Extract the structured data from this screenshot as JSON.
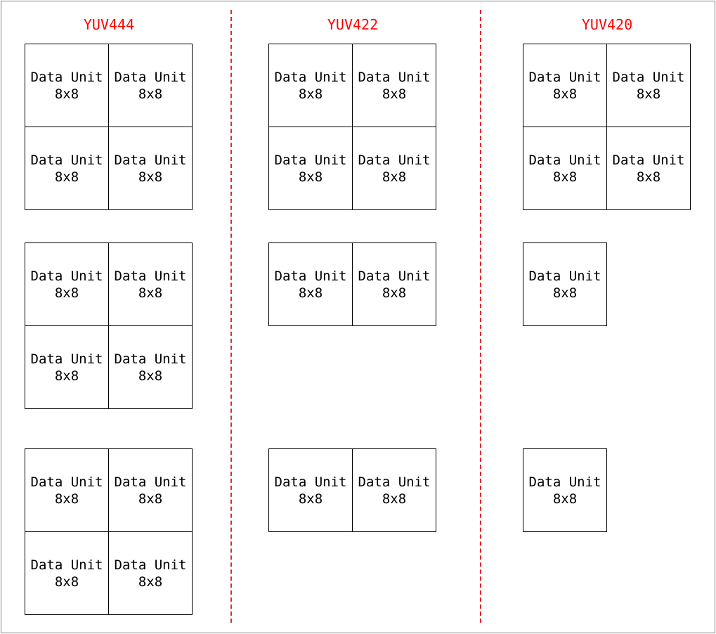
{
  "columns": [
    {
      "title": "YUV444",
      "groups": [
        {
          "cols": 2,
          "units": 4
        },
        {
          "cols": 2,
          "units": 4
        },
        {
          "cols": 2,
          "units": 4
        }
      ]
    },
    {
      "title": "YUV422",
      "groups": [
        {
          "cols": 2,
          "units": 4
        },
        {
          "cols": 2,
          "units": 2
        },
        {
          "cols": 2,
          "units": 2
        }
      ]
    },
    {
      "title": "YUV420",
      "groups": [
        {
          "cols": 2,
          "units": 4
        },
        {
          "cols": 1,
          "units": 1
        },
        {
          "cols": 1,
          "units": 1
        }
      ]
    }
  ],
  "unit_label": {
    "line1": "Data Unit",
    "line2": "8x8"
  },
  "colors": {
    "title": "#ff0000",
    "divider": "#e8262b",
    "border": "#000000",
    "frame": "#7f7f7f"
  }
}
